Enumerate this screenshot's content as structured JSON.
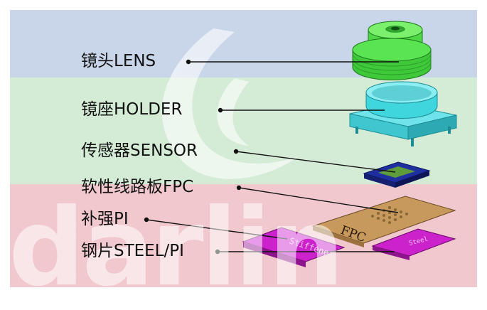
{
  "bands": {
    "top_color": "#c9d6e9",
    "middle_color": "#d4ecd6",
    "bottom_color": "#f1c8cd"
  },
  "watermark": {
    "text": "darlin"
  },
  "components": [
    {
      "label": "镜头LENS",
      "color": "#3fc93a"
    },
    {
      "label": "镜座HOLDER",
      "color": "#3fd6de"
    },
    {
      "label": "传感器SENSOR",
      "color": "#1f2fa0"
    },
    {
      "label": "软性线路板FPC",
      "color": "#c8995c",
      "part_text": "FPC"
    },
    {
      "label": "补强PI",
      "color": "#cc22cc",
      "part_text": "Stiffener"
    },
    {
      "label": "钢片STEEL/PI",
      "color": "#cc22cc",
      "part_text": "Steel"
    }
  ]
}
